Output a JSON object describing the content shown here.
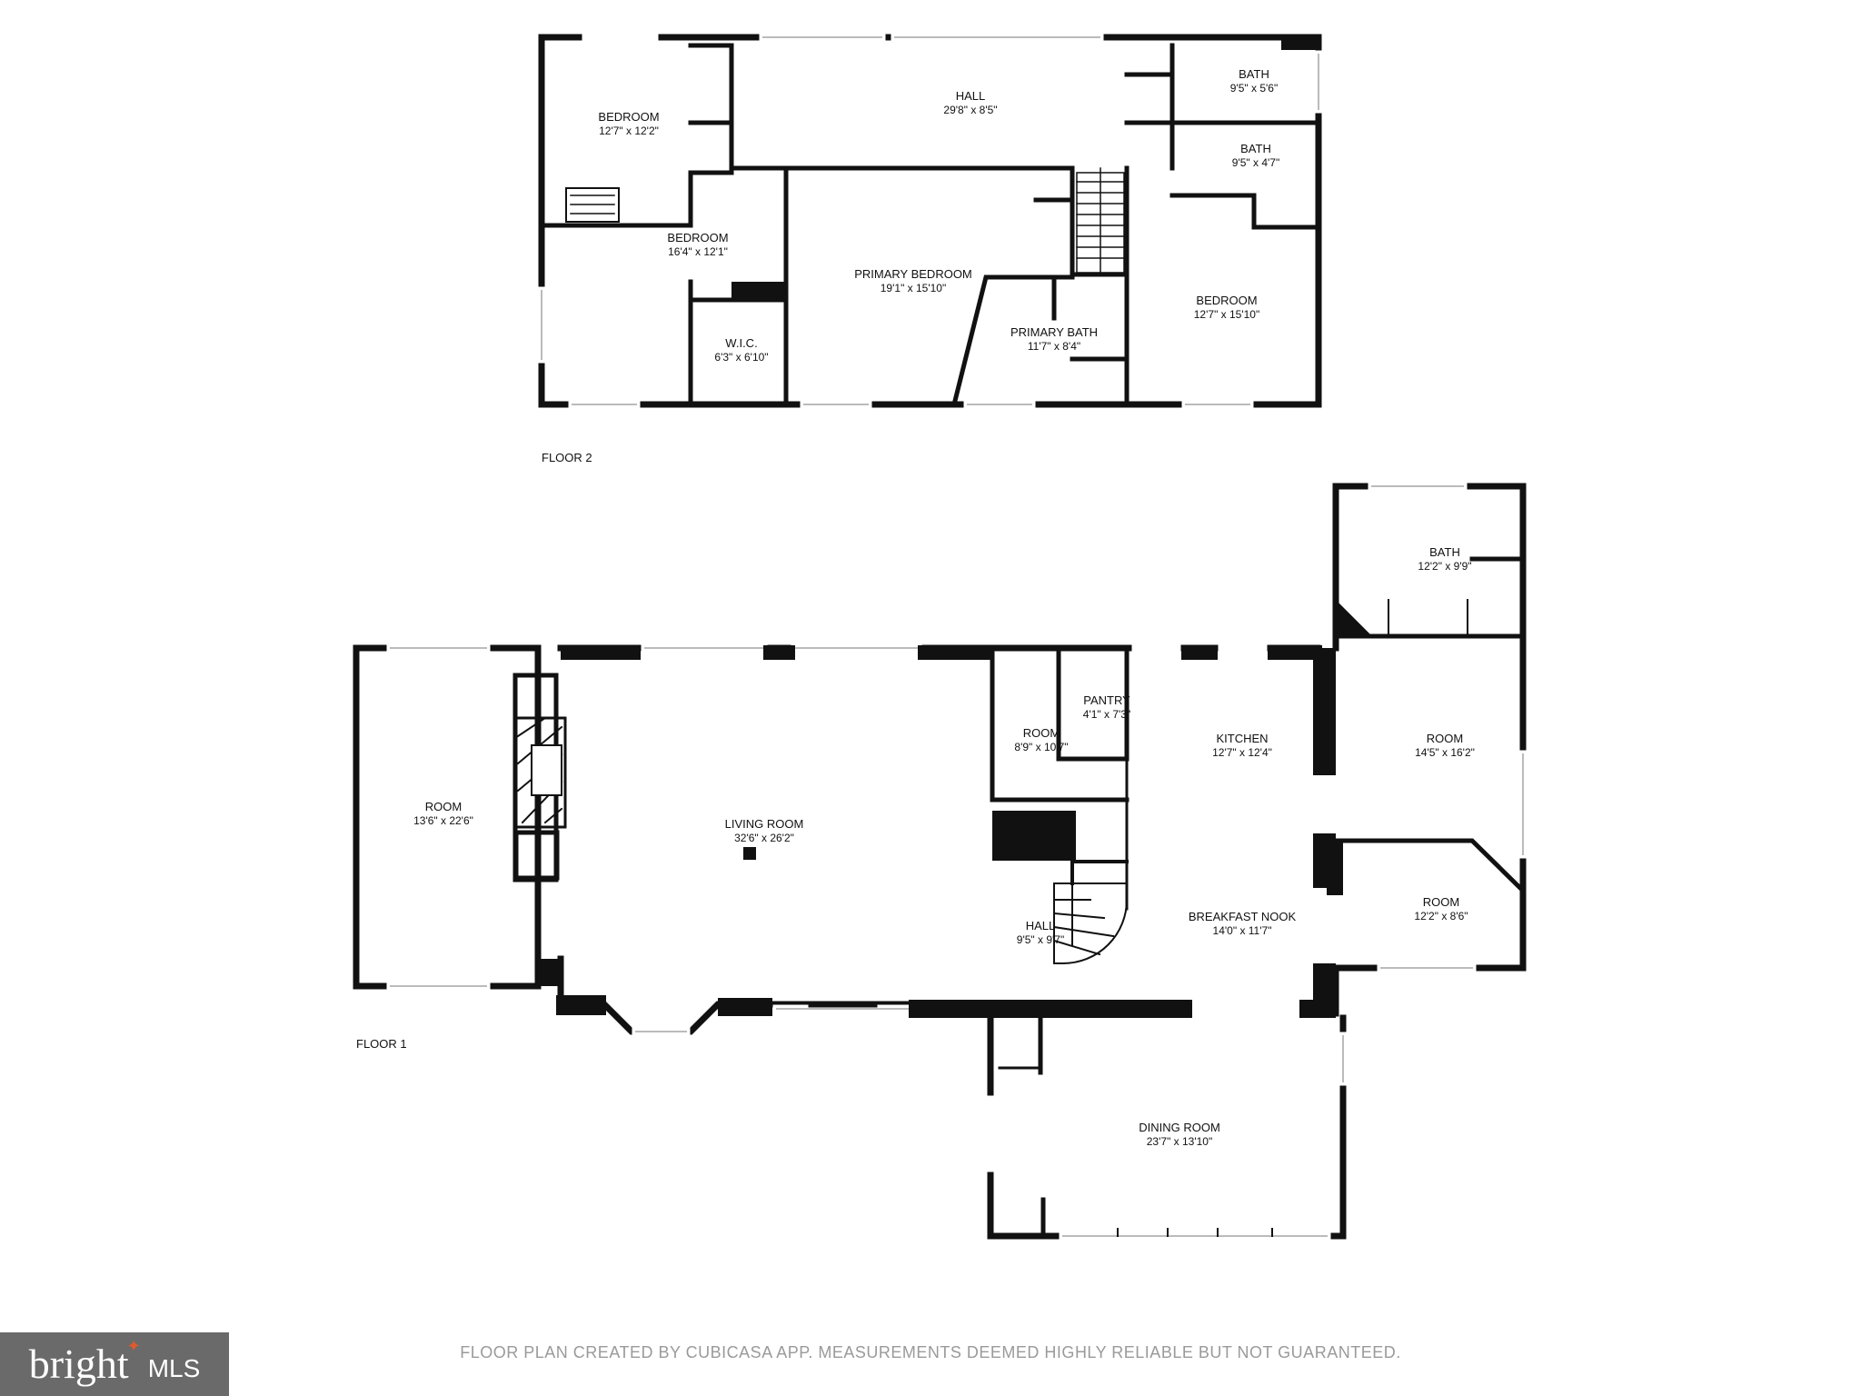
{
  "floors": [
    {
      "label": "FLOOR 2",
      "rooms": [
        {
          "name": "BEDROOM",
          "dims": "12'7\" x 12'2\""
        },
        {
          "name": "HALL",
          "dims": "29'8\" x 8'5\""
        },
        {
          "name": "BATH",
          "dims": "9'5\" x 5'6\""
        },
        {
          "name": "BATH",
          "dims": "9'5\" x 4'7\""
        },
        {
          "name": "BEDROOM",
          "dims": "16'4\" x 12'1\""
        },
        {
          "name": "PRIMARY BEDROOM",
          "dims": "19'1\" x 15'10\""
        },
        {
          "name": "BEDROOM",
          "dims": "12'7\" x 15'10\""
        },
        {
          "name": "PRIMARY BATH",
          "dims": "11'7\" x 8'4\""
        },
        {
          "name": "W.I.C.",
          "dims": "6'3\" x 6'10\""
        }
      ]
    },
    {
      "label": "FLOOR 1",
      "rooms": [
        {
          "name": "BATH",
          "dims": "12'2\" x 9'9\""
        },
        {
          "name": "PANTRY",
          "dims": "4'1\" x 7'3\""
        },
        {
          "name": "ROOM",
          "dims": "8'9\" x 10'7\""
        },
        {
          "name": "KITCHEN",
          "dims": "12'7\" x 12'4\""
        },
        {
          "name": "ROOM",
          "dims": "14'5\" x 16'2\""
        },
        {
          "name": "ROOM",
          "dims": "13'6\" x 22'6\""
        },
        {
          "name": "LIVING ROOM",
          "dims": "32'6\" x 26'2\""
        },
        {
          "name": "ROOM",
          "dims": "12'2\" x 8'6\""
        },
        {
          "name": "HALL",
          "dims": "9'5\" x 9'7\""
        },
        {
          "name": "BREAKFAST NOOK",
          "dims": "14'0\" x 11'7\""
        },
        {
          "name": "DINING ROOM",
          "dims": "23'7\" x 13'10\""
        }
      ]
    }
  ],
  "footer": {
    "disclaimer": "FLOOR PLAN CREATED BY CUBICASA APP. MEASUREMENTS DEEMED HIGHLY RELIABLE BUT NOT GUARANTEED."
  },
  "logo": {
    "brand": "bright",
    "suffix": "MLS",
    "icon": "star-icon",
    "background": "#6a6a6a",
    "accent": "#e25a2a"
  }
}
